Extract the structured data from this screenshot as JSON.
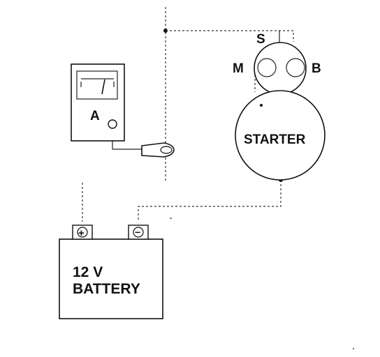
{
  "meter": {
    "label": "A"
  },
  "starter": {
    "body_label": "STARTER",
    "terminals": {
      "s": "S",
      "m": "M",
      "b": "B"
    }
  },
  "battery": {
    "line1": "12 V",
    "line2": "BATTERY",
    "positive_symbol": "+",
    "negative_symbol": "−"
  }
}
